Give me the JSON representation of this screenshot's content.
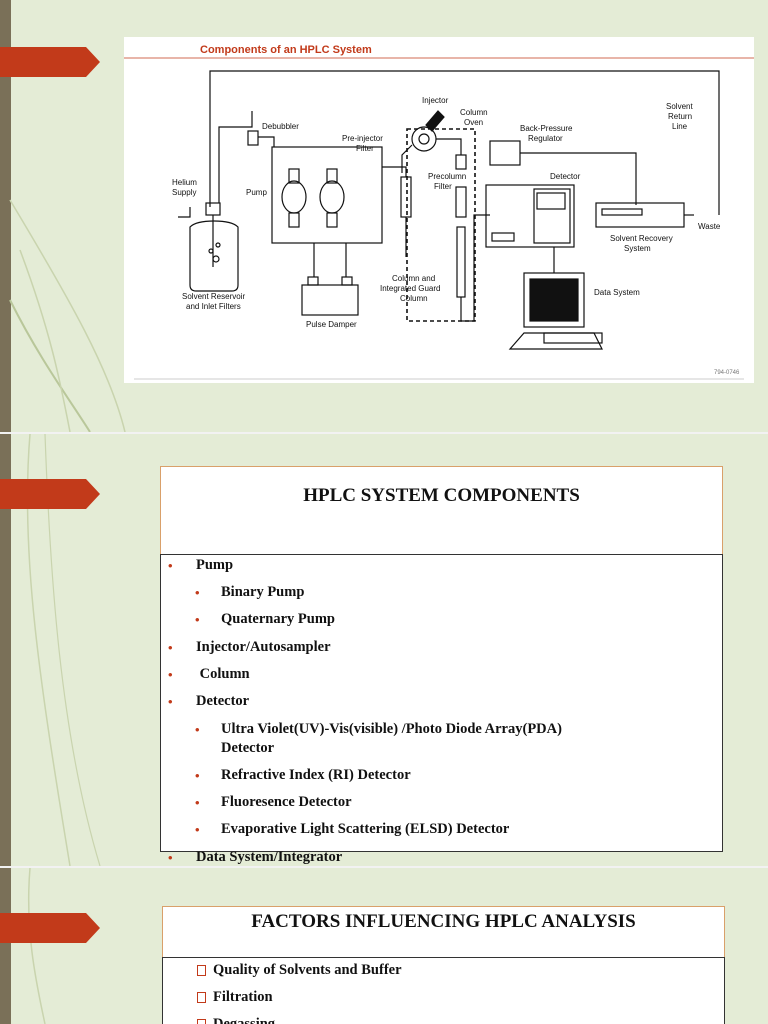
{
  "diagram": {
    "title": "Components of an HPLC System",
    "labels": {
      "injector": "Injector",
      "column_oven": [
        "Column",
        "Oven"
      ],
      "debubbler": "Debubbler",
      "pre_injector_filter": [
        "Pre-injector",
        "Filter"
      ],
      "back_pressure_regulator": [
        "Back-Pressure",
        "Regulator"
      ],
      "solvent_return_line": [
        "Solvent",
        "Return",
        "Line"
      ],
      "helium_supply": [
        "Helium",
        "Supply"
      ],
      "pump": "Pump",
      "precolumn_filter": [
        "Precolumn",
        "Filter"
      ],
      "detector": "Detector",
      "waste": "Waste",
      "solvent_recovery_system": [
        "Solvent Recovery",
        "System"
      ],
      "solvent_reservoir": [
        "Solvent Reservoir",
        "and Inlet Filters"
      ],
      "pulse_damper": "Pulse Damper",
      "column_guard": [
        "Column and",
        "Integrated Guard",
        "Column"
      ],
      "data_system": "Data System",
      "code": "794-0746"
    }
  },
  "slide2": {
    "title": "HPLC SYSTEM COMPONENTS",
    "bullet": "•",
    "items": [
      {
        "text": "Pump",
        "level": 1
      },
      {
        "text": "Binary Pump",
        "level": 2
      },
      {
        "text": "Quaternary Pump",
        "level": 2
      },
      {
        "text": "Injector/Autosampler",
        "level": 1
      },
      {
        "text": " Column",
        "level": 1
      },
      {
        "text": "Detector",
        "level": 1
      },
      {
        "text": "Ultra Violet(UV)-Vis(visible) /Photo Diode Array(PDA)",
        "text2": "Detector",
        "level": 2
      },
      {
        "text": "Refractive Index (RI) Detector",
        "level": 2
      },
      {
        "text": "Fluoresence Detector",
        "level": 2
      },
      {
        "text": "Evaporative Light Scattering (ELSD) Detector",
        "level": 2
      },
      {
        "text": "Data System/Integrator",
        "level": 1
      }
    ]
  },
  "slide3": {
    "title": "FACTORS INFLUENCING HPLC ANALYSIS",
    "items": [
      "Quality of Solvents and Buffer",
      "Filtration",
      "Degassing"
    ]
  },
  "colors": {
    "accent": "#c23a1a",
    "sidebar": "#7a7058",
    "background": "#e4ecd6",
    "title_border": "#d9a06a"
  }
}
